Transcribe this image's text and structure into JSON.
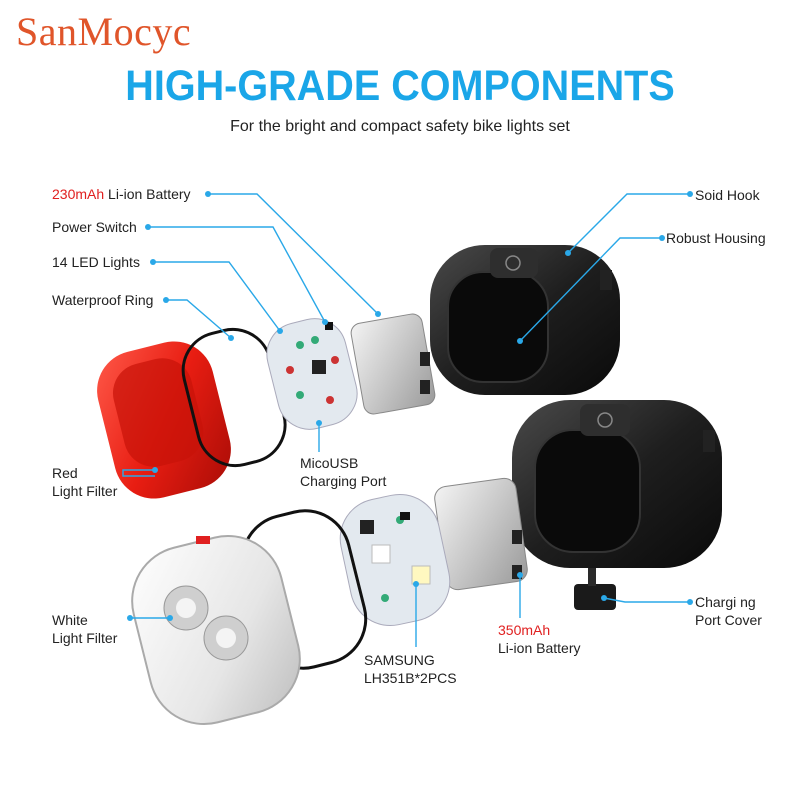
{
  "brand": "SanMocyc",
  "heading": {
    "title": "HIGH-GRADE COMPONENTS",
    "subtitle": "For the bright and compact safety bike lights set"
  },
  "labels": {
    "battery_small_capacity": "230mAh",
    "battery_small_rest": " Li-ion Battery",
    "power_switch": "Power Switch",
    "led_lights": "14 LED Lights",
    "waterproof_ring": "Waterproof Ring",
    "red_filter_line1": "Red",
    "red_filter_line2": "Light Filter",
    "micousb_line1": "MicoUSB",
    "micousb_line2": "Charging Port",
    "solid_hook": "Soid Hook",
    "robust_housing": "Robust Housing",
    "white_filter_line1": "White",
    "white_filter_line2": "Light Filter",
    "samsung_line1": "SAMSUNG",
    "samsung_line2": "LH351B*2PCS",
    "battery_large_capacity": "350mAh",
    "battery_large_rest": "Li-ion Battery",
    "port_cover_line1": "Chargi ng",
    "port_cover_line2": "Port Cover"
  },
  "colors": {
    "brand": "#e0552a",
    "title": "#1aa6e8",
    "leader_line": "#2aa8e8",
    "capacity": "#e02020"
  }
}
